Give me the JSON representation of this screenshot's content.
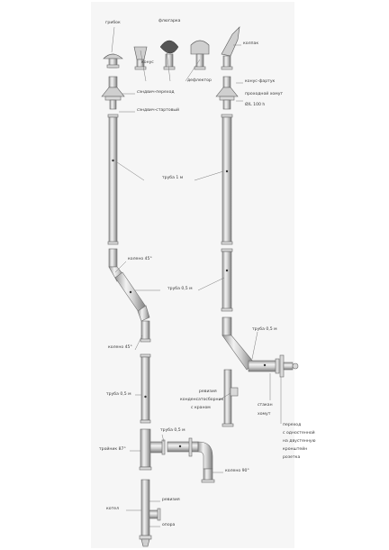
{
  "diagram": {
    "labels": {
      "top_left": "грибок",
      "top_cone": "конус",
      "top_weather": "флюгарка",
      "top_flue": "дефлектор",
      "top_right": "колпак",
      "mount_left": "сэндвич-переход",
      "collar_left": "сэндвич-стартовый",
      "mount_right": "конус-фартук",
      "collar_right": "проходной хомут",
      "collar_right_sub": "Ø/L 100 h",
      "pipe_1m": "труба 1 м",
      "elbow_45_a": "колено 45°",
      "pipe_05m": "труба 0,5 м",
      "elbow_45_b": "колено 45°",
      "pipe_05m_b": "труба 0,5 м",
      "tee_87": "тройник 87°",
      "pipe_short": "труба 0,5 м",
      "elbow_90": "колено 90°",
      "cleanout": "ревизия",
      "support": "опора",
      "right_pipe": "труба 0,5 м",
      "right_label_a": "стакан",
      "right_label_b": "хомут",
      "right_label_c": "переход",
      "right_label_d": "с одностенной",
      "right_label_e": "на двустенную",
      "right_label_f": "кронштейн",
      "right_label_g": "розетка",
      "wall_a": "ревизия",
      "wall_b": "конденсатосборник",
      "wall_c": "с краном",
      "side_label": "котел"
    }
  }
}
